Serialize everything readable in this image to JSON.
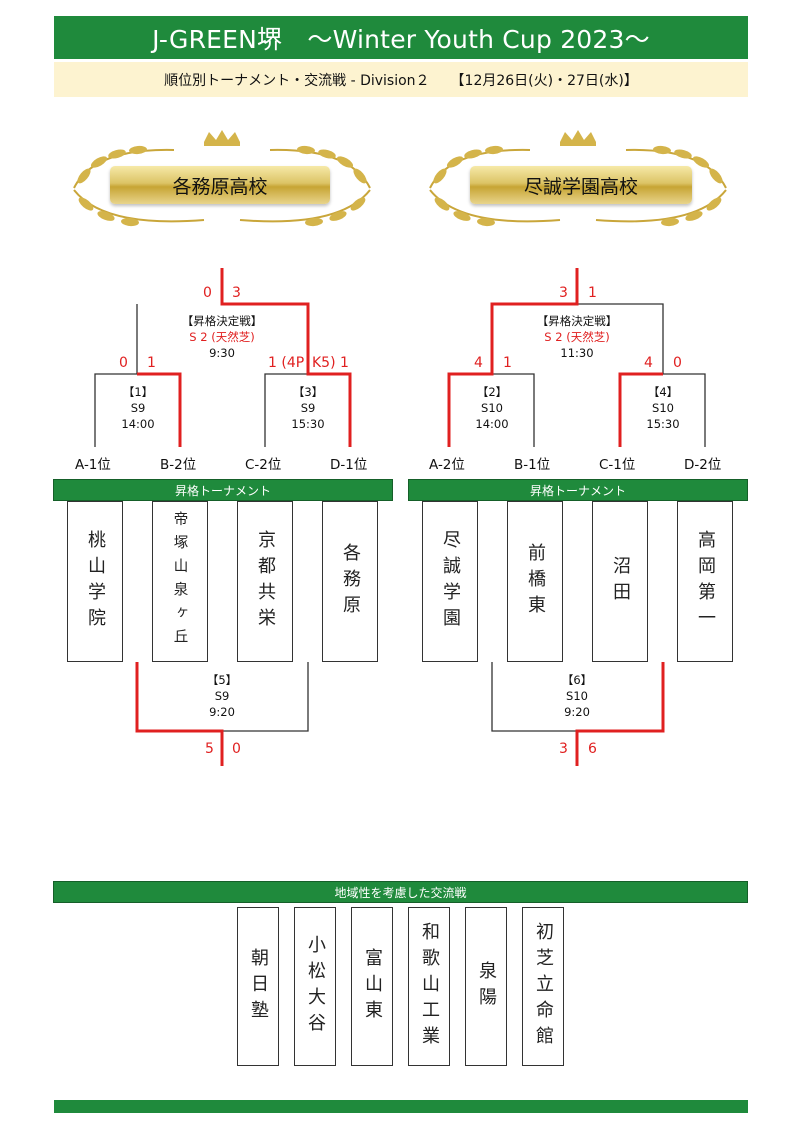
{
  "header": {
    "title": "J-GREEN堺　～Winter Youth Cup 2023～",
    "subtitle": "順位別トーナメント・交流戦 - Division２　　【12月26日(火)・27日(水)】"
  },
  "champions": {
    "left": "各務原高校",
    "right": "尽誠学園高校"
  },
  "left_bracket": {
    "final": {
      "label_line1": "【昇格決定戦】",
      "label_line2": "S 2 (天然芝)",
      "label_line3": "9:30",
      "score_left": "0",
      "score_right": "3"
    },
    "m1": {
      "num": "【1】",
      "field": "S9",
      "time": "14:00",
      "score_left": "0",
      "score_right": "1"
    },
    "m3": {
      "num": "【3】",
      "field": "S9",
      "time": "15:30",
      "score_left": "1 (4P",
      "score_right": "K5) 1"
    },
    "seeds": [
      "A-1位",
      "B-2位",
      "C-2位",
      "D-1位"
    ],
    "bar_label": "昇格トーナメント",
    "teams": [
      "桃山学院",
      "帝塚山泉ヶ丘",
      "京都共栄",
      "各務原"
    ],
    "m5": {
      "num": "【5】",
      "field": "S9",
      "time": "9:20",
      "score_left": "5",
      "score_right": "0"
    }
  },
  "right_bracket": {
    "final": {
      "label_line1": "【昇格決定戦】",
      "label_line2": "S 2 (天然芝)",
      "label_line3": "11:30",
      "score_left": "3",
      "score_right": "1"
    },
    "m2": {
      "num": "【2】",
      "field": "S10",
      "time": "14:00",
      "score_left": "4",
      "score_right": "1"
    },
    "m4": {
      "num": "【4】",
      "field": "S10",
      "time": "15:30",
      "score_left": "4",
      "score_right": "0"
    },
    "seeds": [
      "A-2位",
      "B-1位",
      "C-1位",
      "D-2位"
    ],
    "bar_label": "昇格トーナメント",
    "teams": [
      "尽誠学園",
      "前橋東",
      "沼田",
      "高岡第一"
    ],
    "m6": {
      "num": "【6】",
      "field": "S10",
      "time": "9:20",
      "score_left": "3",
      "score_right": "6"
    }
  },
  "exchange": {
    "bar_label": "地域性を考慮した交流戦",
    "teams": [
      "朝日塾",
      "小松大谷",
      "富山東",
      "和歌山工業",
      "泉陽",
      "初芝立命館"
    ]
  },
  "colors": {
    "green": "#1f8a3c",
    "red": "#e02020",
    "cream": "#fdf3d0",
    "gold": "#c9a63a"
  }
}
